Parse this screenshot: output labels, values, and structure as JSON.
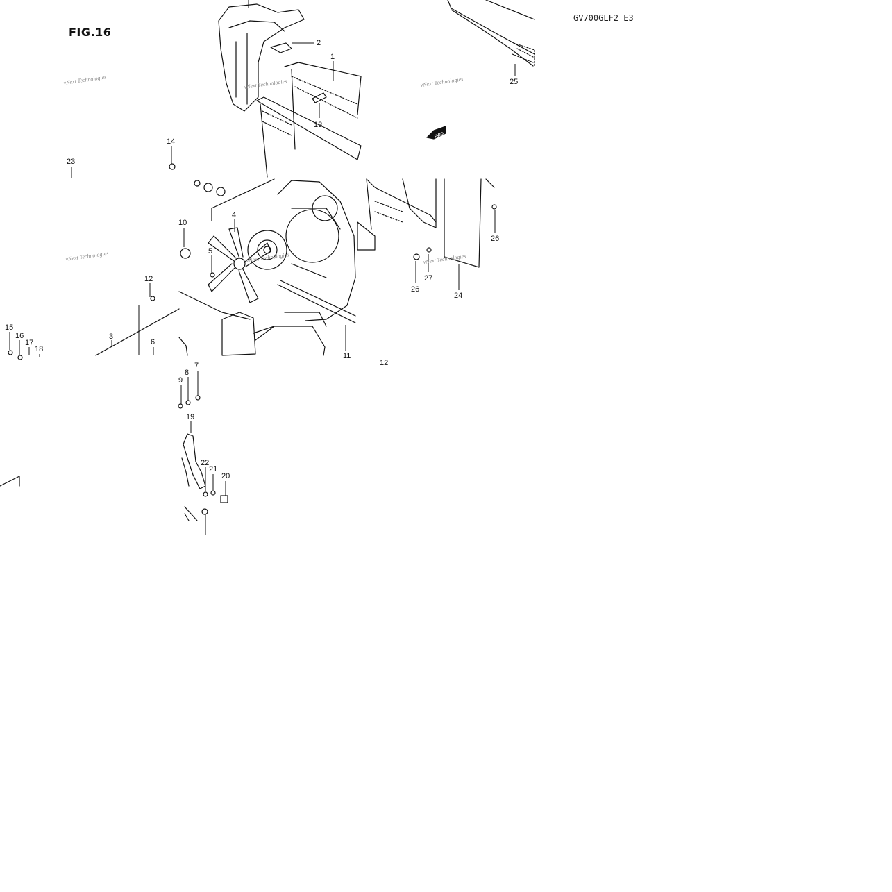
{
  "figure": {
    "title": "FIG.16",
    "model_code": "GV700GLF2 E3"
  },
  "direction_label": "FWD",
  "watermark": "vNext Technologies",
  "callouts": [
    "1",
    "2",
    "3",
    "4",
    "5",
    "6",
    "7",
    "8",
    "9",
    "10",
    "11",
    "12",
    "12",
    "13",
    "14",
    "15",
    "16",
    "17",
    "18",
    "19",
    "20",
    "21",
    "22",
    "23",
    "24",
    "25",
    "26",
    "26",
    "27"
  ],
  "colors": {
    "ink": "#111111",
    "watermark": "#888888",
    "background": "#ffffff"
  }
}
